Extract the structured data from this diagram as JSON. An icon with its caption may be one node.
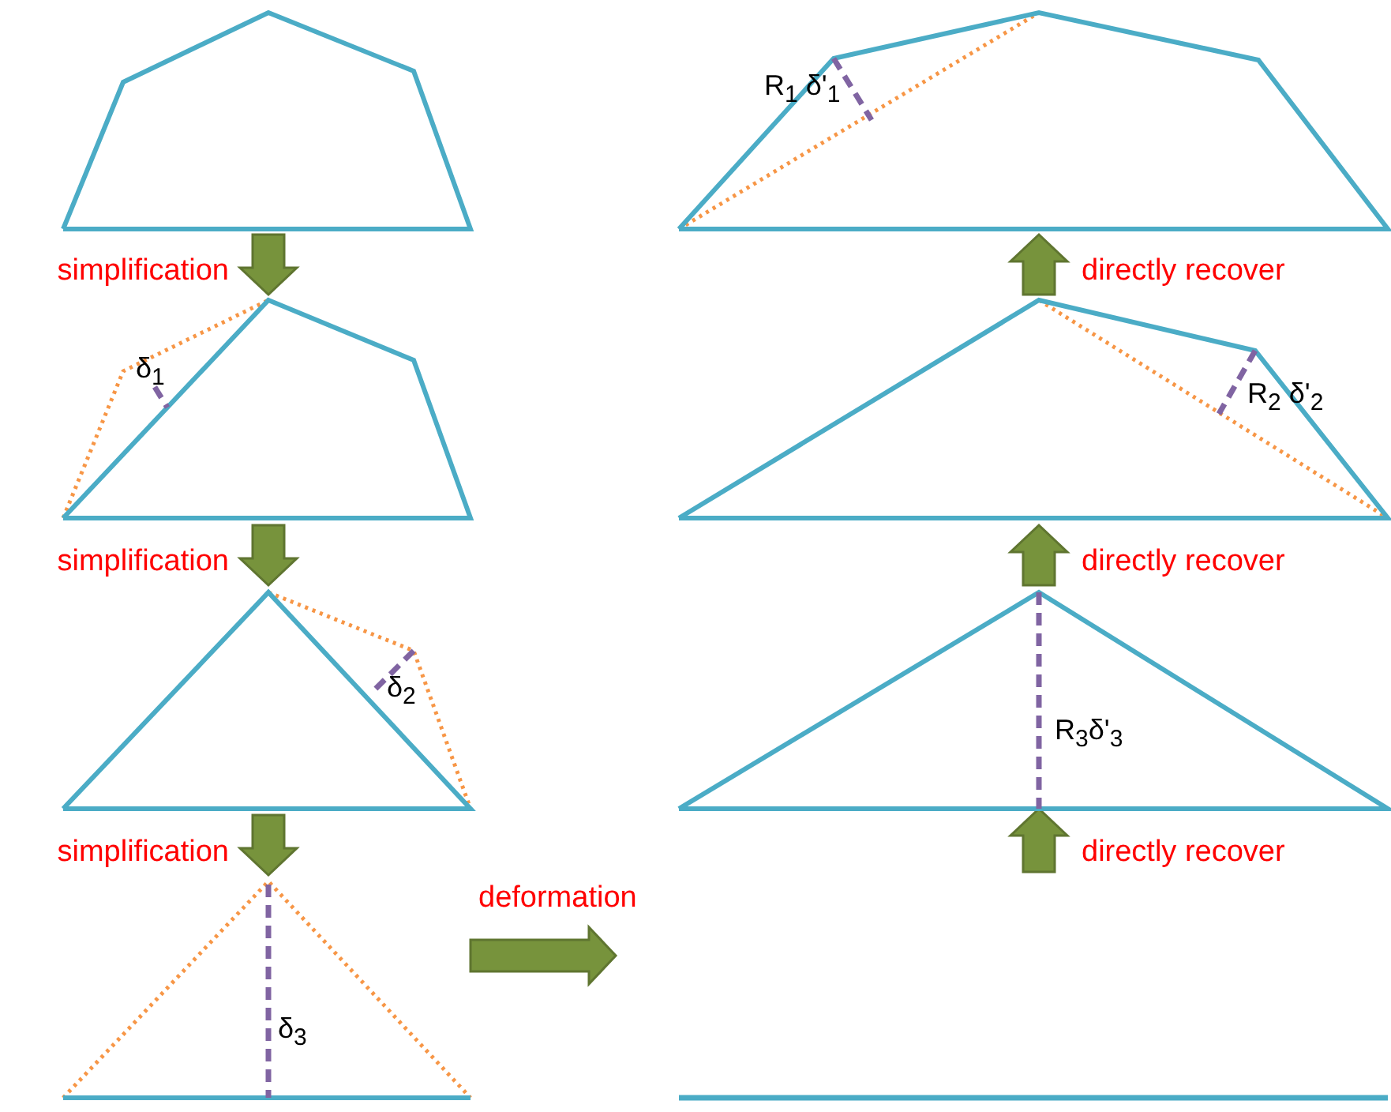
{
  "diagram": {
    "nodes": [
      {
        "text": [],
        "shape": "picture"
      },
      {
        "text": [
          "δ$_{1}$"
        ]
      },
      {
        "text": [
          "δ$_{2}$"
        ]
      },
      {
        "text": [
          "δ$_{3}$"
        ]
      },
      {
        "text": [
          "R$_{1}$ δ'$_{1}$"
        ]
      },
      {
        "text": [
          "R$_{2}$ δ'$_{2}$"
        ]
      },
      {
        "text": [
          "R$_{3}$δ'$_{3}$"
        ]
      },
      {
        "text": [],
        "shape": "line"
      }
    ],
    "edges": [
      {
        "from": 0,
        "to": 1,
        "arrow": "to",
        "label": "simplification"
      },
      {
        "from": 1,
        "to": 2,
        "arrow": "to",
        "label": "simplification"
      },
      {
        "from": 2,
        "to": 3,
        "arrow": "to",
        "label": "simplification"
      },
      {
        "from": 3,
        "to": null,
        "arrow": "to",
        "label": "deformation"
      },
      {
        "from": null,
        "to": 6,
        "arrow": "to",
        "label": "directly recover"
      },
      {
        "from": 6,
        "to": 5,
        "arrow": "to",
        "label": "directly recover"
      },
      {
        "from": 5,
        "to": 4,
        "arrow": "to",
        "label": "directly recover"
      }
    ]
  }
}
